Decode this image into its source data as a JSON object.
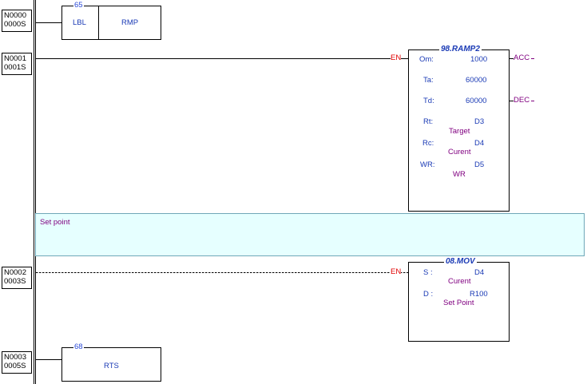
{
  "rungs": [
    {
      "id_top": "N0000",
      "id_bottom": "0000S"
    },
    {
      "id_top": "N0001",
      "id_bottom": "0001S"
    },
    {
      "id_top": "N0002",
      "id_bottom": "0003S"
    },
    {
      "id_top": "N0003",
      "id_bottom": "0005S"
    }
  ],
  "lbl_block": {
    "number": "65",
    "left_label": "LBL",
    "right_label": "RMP"
  },
  "ramp_block": {
    "title": "98.RAMP2",
    "en": "EN",
    "outputs": {
      "acc": "ACC",
      "dec": "DEC"
    },
    "params": [
      {
        "name": "Om:",
        "value": "1000",
        "comment": ""
      },
      {
        "name": "Ta:",
        "value": "60000",
        "comment": ""
      },
      {
        "name": "Td:",
        "value": "60000",
        "comment": ""
      },
      {
        "name": "Rt:",
        "value": "D3",
        "comment": "Target"
      },
      {
        "name": "Rc:",
        "value": "D4",
        "comment": "Curent"
      },
      {
        "name": "WR:",
        "value": "D5",
        "comment": "WR"
      }
    ]
  },
  "comment": {
    "text": "Set point"
  },
  "mov_block": {
    "title": "08.MOV",
    "en": "EN",
    "params": [
      {
        "name": "S :",
        "value": "D4",
        "comment": "Curent"
      },
      {
        "name": "D :",
        "value": "R100",
        "comment": "Set Point"
      }
    ]
  },
  "rts_block": {
    "number": "68",
    "label": "RTS"
  },
  "colors": {
    "function_title": "#1a3ab5",
    "operand": "#1a3ab5",
    "comment": "#800080",
    "enable": "#e00000",
    "comment_band": "#e6ffff"
  }
}
